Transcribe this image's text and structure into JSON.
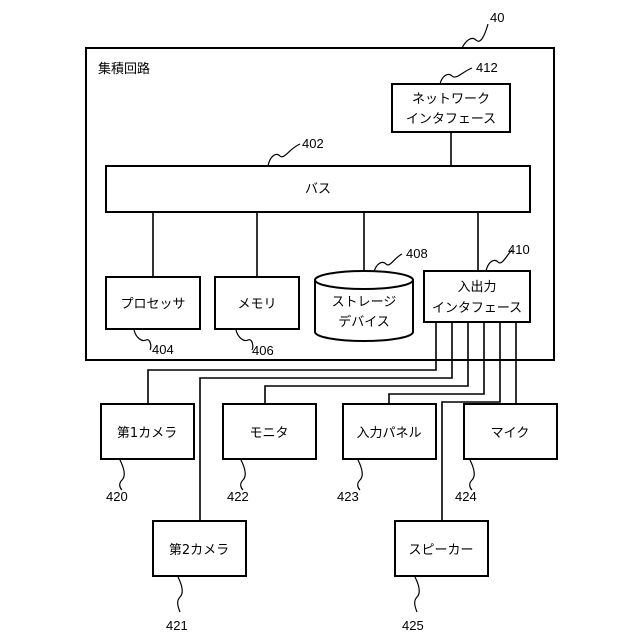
{
  "diagram": {
    "refs": {
      "r40": "40",
      "r412": "412",
      "r402": "402",
      "r408": "408",
      "r410": "410",
      "r404": "404",
      "r406": "406",
      "r420": "420",
      "r422": "422",
      "r423": "423",
      "r424": "424",
      "r421": "421",
      "r425": "425"
    },
    "ic": {
      "label": "集積回路"
    },
    "network_if": {
      "line1": "ネットワーク",
      "line2": "インタフェース"
    },
    "bus": {
      "label": "バス"
    },
    "processor": {
      "label": "プロセッサ"
    },
    "memory": {
      "label": "メモリ"
    },
    "storage": {
      "line1": "ストレージ",
      "line2": "デバイス"
    },
    "io_if": {
      "line1": "入出力",
      "line2": "インタフェース"
    },
    "camera1": {
      "label": "第1カメラ"
    },
    "monitor": {
      "label": "モニタ"
    },
    "input_panel": {
      "label": "入力パネル"
    },
    "mic": {
      "label": "マイク"
    },
    "camera2": {
      "label": "第2カメラ"
    },
    "speaker": {
      "label": "スピーカー"
    }
  }
}
